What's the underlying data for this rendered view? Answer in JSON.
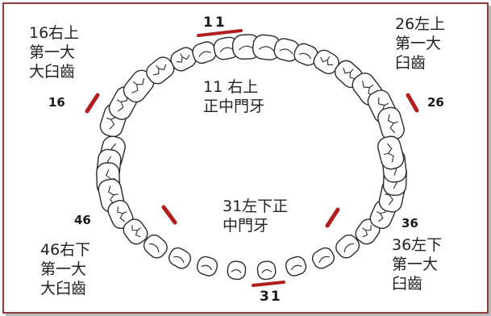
{
  "labels": {
    "upper_right": [
      "16右上",
      "第一大",
      "大臼齒"
    ],
    "upper_left": [
      "26左上",
      "第一大",
      "臼齒"
    ],
    "upper_center": [
      "11 右上",
      "正中門牙"
    ],
    "lower_center": [
      "31左下正",
      "中門牙"
    ],
    "lower_right": [
      "46右下",
      "第一大",
      "大臼齒"
    ],
    "lower_left": [
      "36左下",
      "第一大",
      "臼齒"
    ]
  },
  "tooth_numbers": {
    "t11": "11",
    "t16": "16",
    "t26": "26",
    "t46": "46",
    "t36": "36",
    "t31": "31"
  },
  "colors": {
    "marker": "#b01e1e",
    "frame": "#8e3b3b",
    "tooth_outline": "#2a2a2a"
  }
}
